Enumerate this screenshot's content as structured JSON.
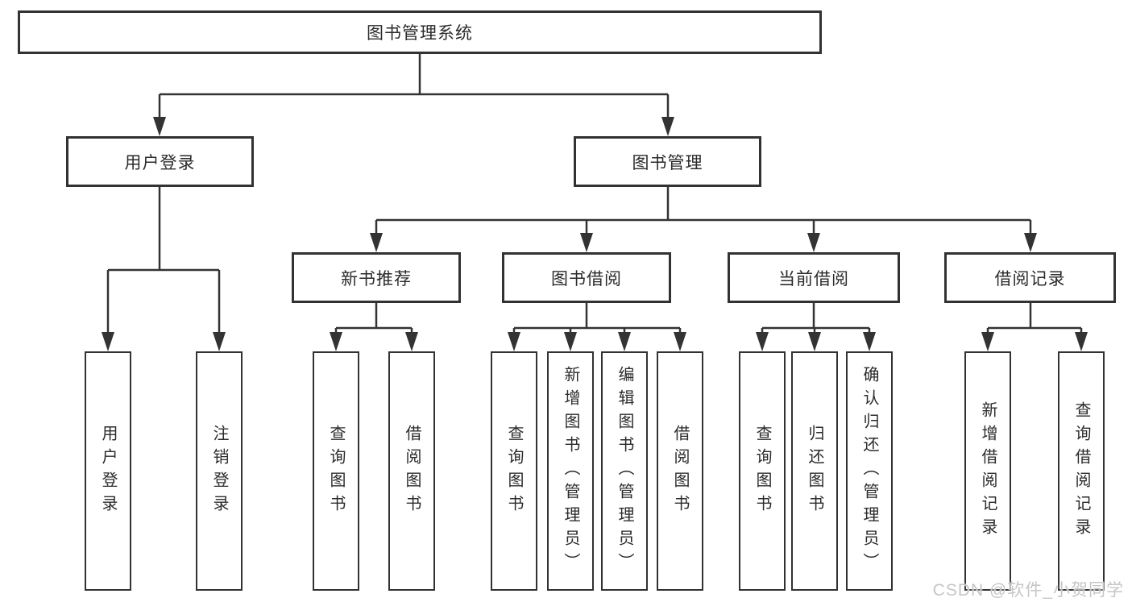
{
  "colors": {
    "line": "#333333",
    "box_border": "#323232",
    "box_background": "#ffffff",
    "text": "#2b2b2b",
    "watermark": "#c6c6c6",
    "page_background": "#ffffff"
  },
  "root": {
    "label": "图书管理系统"
  },
  "level2": [
    {
      "label": "用户登录"
    },
    {
      "label": "图书管理"
    }
  ],
  "level3": [
    {
      "label": "新书推荐",
      "parent": "图书管理"
    },
    {
      "label": "图书借阅",
      "parent": "图书管理"
    },
    {
      "label": "当前借阅",
      "parent": "图书管理"
    },
    {
      "label": "借阅记录",
      "parent": "图书管理"
    }
  ],
  "leaves": [
    {
      "label": "用户登录",
      "parent": "用户登录"
    },
    {
      "label": "注销登录",
      "parent": "用户登录"
    },
    {
      "label": "查询图书",
      "parent": "新书推荐"
    },
    {
      "label": "借阅图书",
      "parent": "新书推荐"
    },
    {
      "label": "查询图书",
      "parent": "图书借阅"
    },
    {
      "label": "新增图书（管理员）",
      "parent": "图书借阅"
    },
    {
      "label": "编辑图书（管理员）",
      "parent": "图书借阅"
    },
    {
      "label": "借阅图书",
      "parent": "图书借阅"
    },
    {
      "label": "查询图书",
      "parent": "当前借阅"
    },
    {
      "label": "归还图书",
      "parent": "当前借阅"
    },
    {
      "label": "确认归还（管理员）",
      "parent": "当前借阅"
    },
    {
      "label": "新增借阅记录",
      "parent": "借阅记录"
    },
    {
      "label": "查询借阅记录",
      "parent": "借阅记录"
    }
  ],
  "watermark": {
    "label": "CSDN @软件_小贺同学"
  }
}
